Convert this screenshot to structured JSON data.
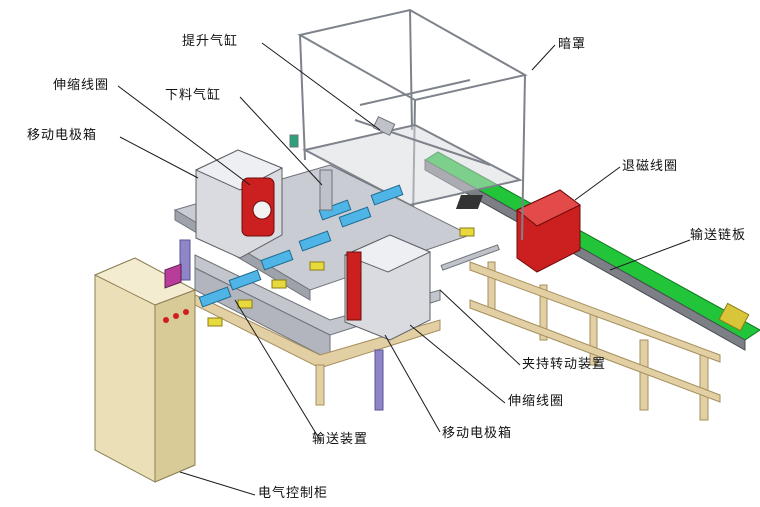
{
  "labels": {
    "lift_cylinder": "提升气缸",
    "dark_cover": "暗罩",
    "telescopic_coil_left": "伸缩线圈",
    "unload_cylinder": "下料气缸",
    "mobile_electrode_box_left": "移动电极箱",
    "demag_coil": "退磁线圈",
    "conveyor_chain": "输送链板",
    "clamp_rotate_device": "夹持转动装置",
    "telescopic_coil_right": "伸缩线圈",
    "conveying_device": "输送装置",
    "mobile_electrode_box_right": "移动电极箱",
    "electrical_cabinet": "电气控制柜"
  },
  "colors": {
    "frame": "#b8bcc4",
    "table": "#c9ccd3",
    "wood": "#e2cfa3",
    "conveyor_green": "#22c43a",
    "coil_red": "#cc1f1f",
    "cabinet": "#eadfb6",
    "fixture_blue": "#4fb4e6",
    "leg_purple": "#8f86c9",
    "line": "#1a1a1a"
  }
}
